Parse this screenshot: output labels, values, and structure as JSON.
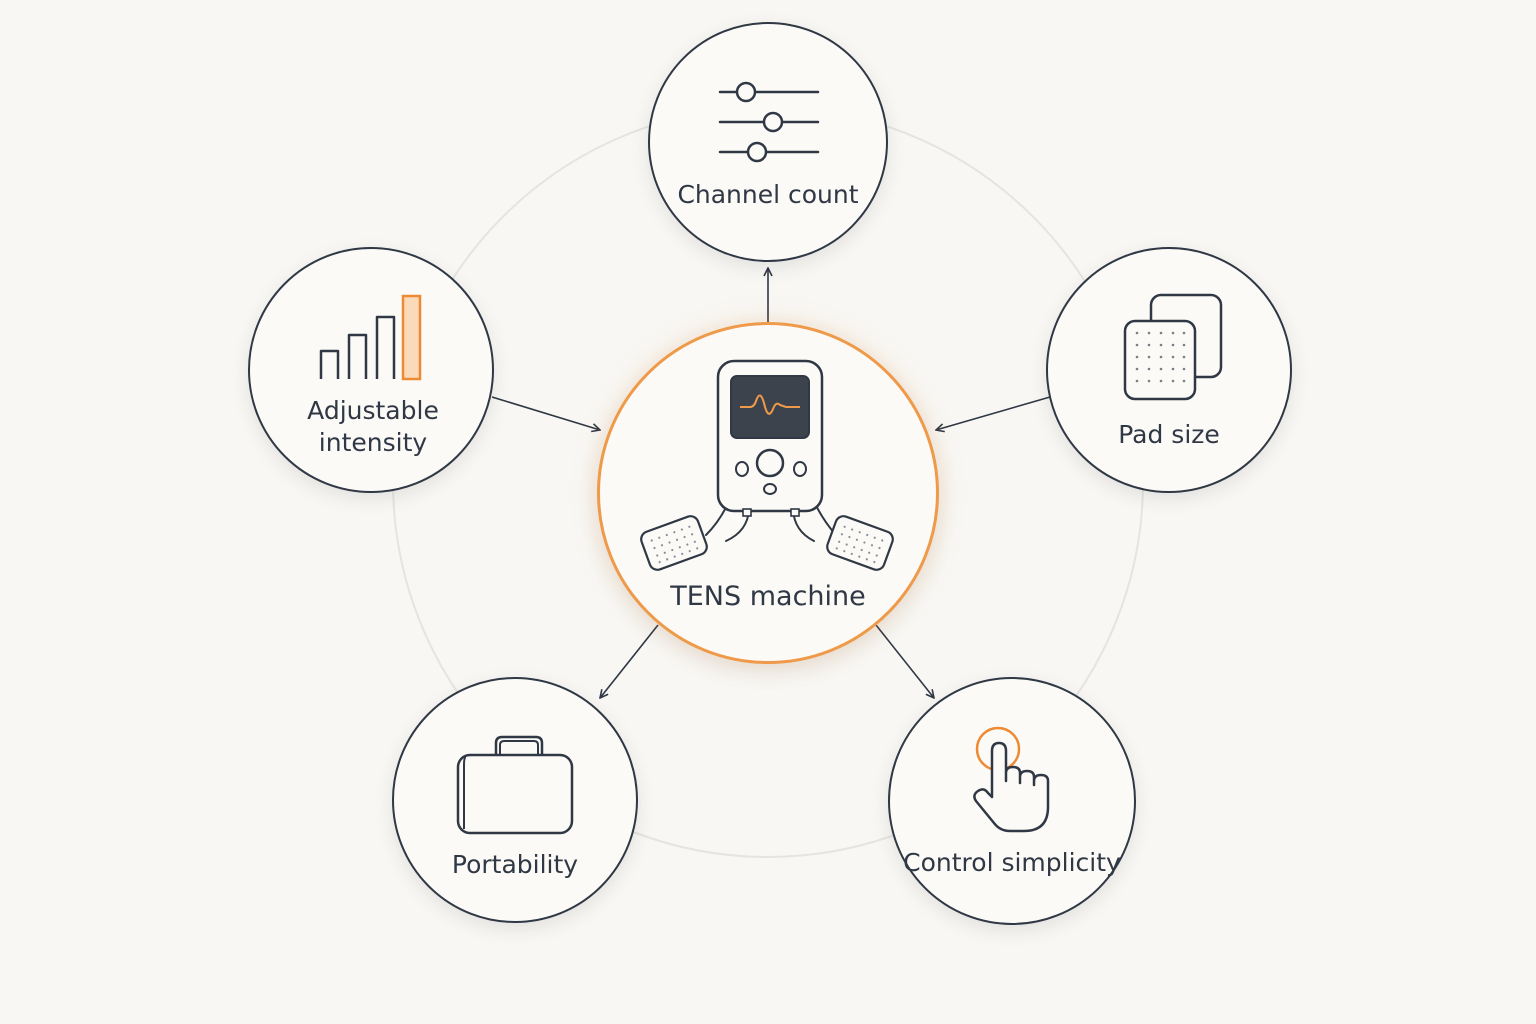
{
  "center": {
    "label": "TENS machine",
    "icon": "tens-device-icon"
  },
  "nodes": {
    "channel_count": {
      "label": "Channel count",
      "icon": "sliders-icon"
    },
    "pad_size": {
      "label": "Pad size",
      "icon": "pads-icon"
    },
    "control_simplicity": {
      "label": "Control simplicity",
      "icon": "tap-hand-icon"
    },
    "portability": {
      "label": "Portability",
      "icon": "briefcase-icon"
    },
    "adjustable_intensity": {
      "label": "Adjustable intensity",
      "icon": "intensity-bars-icon"
    }
  },
  "colors": {
    "background": "#f8f7f4",
    "stroke": "#2f3844",
    "accent": "#ee9a4a",
    "ring": "#e6e4e0"
  }
}
